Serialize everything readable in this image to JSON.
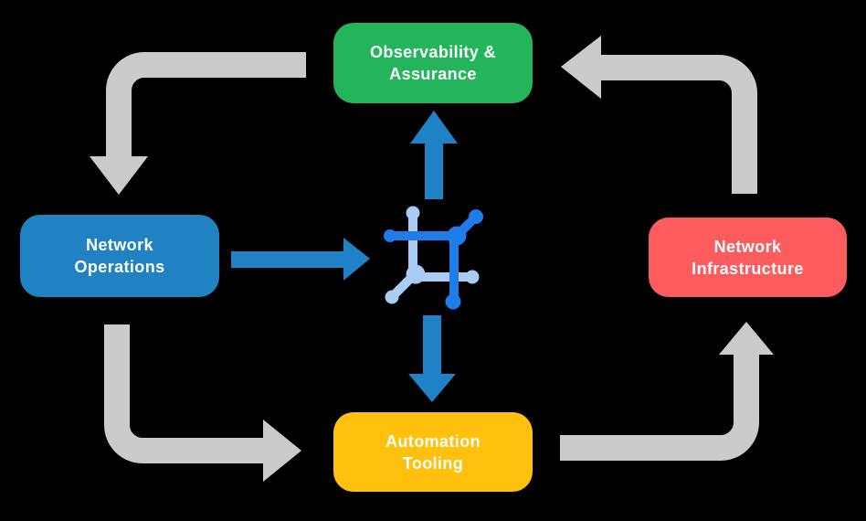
{
  "diagram": {
    "background_color": "#000000",
    "nodes": [
      {
        "id": "observability-assurance",
        "lines": [
          "Observability &",
          "Assurance"
        ],
        "color": "#24B45B"
      },
      {
        "id": "network-operations",
        "lines": [
          "Network",
          "Operations"
        ],
        "color": "#2182C3"
      },
      {
        "id": "network-infrastructure",
        "lines": [
          "Network",
          "Infrastructure"
        ],
        "color": "#FD5C5F"
      },
      {
        "id": "automation-tooling",
        "lines": [
          "Automation",
          "Tooling"
        ],
        "color": "#FFC10D"
      }
    ],
    "center_icon": {
      "name": "network-mesh-icon",
      "primary_color": "#1E7DE8",
      "secondary_color": "#A9CBF4"
    },
    "gray_flows": [
      {
        "from": "Observability & Assurance",
        "to": "Network Operations"
      },
      {
        "from": "Network Operations",
        "to": "Automation Tooling"
      },
      {
        "from": "Automation Tooling",
        "to": "Network Infrastructure"
      },
      {
        "from": "Network Infrastructure",
        "to": "Observability & Assurance"
      }
    ],
    "blue_flows": [
      {
        "from": "Network Operations",
        "to": "network-mesh-icon"
      },
      {
        "from": "network-mesh-icon",
        "to": "Observability & Assurance"
      },
      {
        "from": "network-mesh-icon",
        "to": "Automation Tooling"
      }
    ],
    "colors": {
      "arrow_gray": "#CBCBCB",
      "arrow_blue": "#2082C6",
      "text": "#FFFFFF"
    }
  }
}
